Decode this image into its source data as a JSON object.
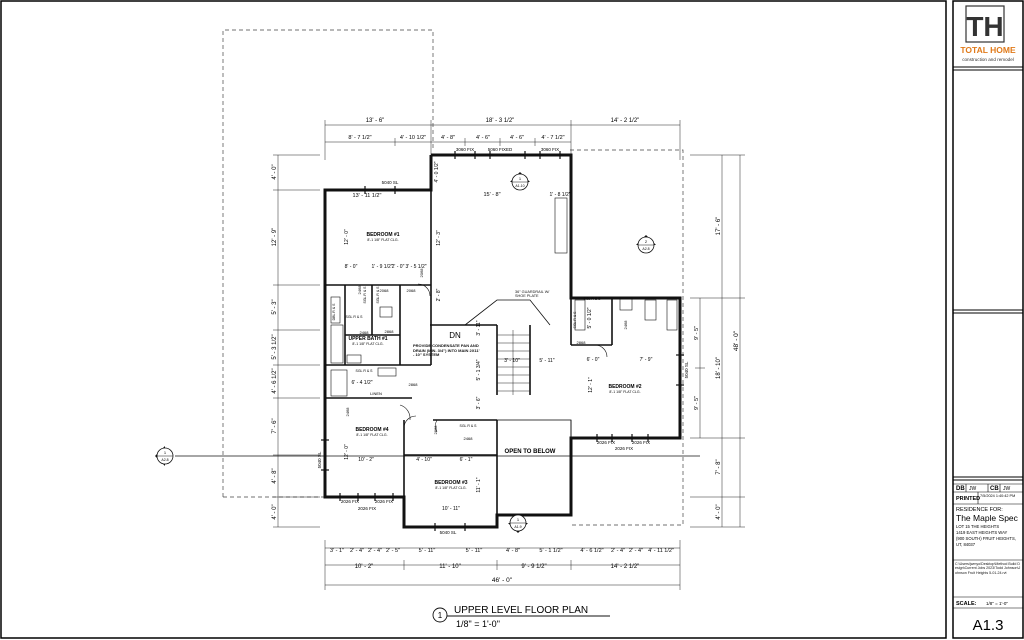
{
  "logo": {
    "letters": "TH",
    "line1": "TOTAL HOME",
    "line2": "construction and remodel"
  },
  "title_block": {
    "db_label": "DB",
    "db_value": "JW",
    "cb_label": "CB",
    "cb_value": "JW",
    "printed_label": "PRINTED",
    "printed_value": "7/5/2024 1:40:42 PM",
    "residence_label": "RESIDENCE FOR:",
    "project_name": "The Maple Spec",
    "address_lines": [
      "LOT 15 THE HEIGHTS",
      "1419 EAST HEIGHTS WAY",
      "(900 SOUTH) FRUIT HEIGHTS,",
      "UT, 84037"
    ],
    "file_path": "C:\\Users\\jwmyo\\Desktop\\Method Build Design\\Current Jobs 2023\\Todd Johnson\\Johnson Fruit Heights 5-01-24.rvt",
    "scale_label": "SCALE:",
    "scale_value": "1/8\" = 1'-0\"",
    "sheet_number": "A1.3"
  },
  "view_title": {
    "number": "1",
    "title": "UPPER LEVEL FLOOR PLAN",
    "scale": "1/8\" = 1'-0\""
  },
  "dims_top": {
    "overall_mid": "18' - 3 1/2\"",
    "left_13_6": "13' - 6\"",
    "right_14_2_5": "14' - 2 1/2\"",
    "a": "8' - 7 1/2\"",
    "b": "4' - 10 1/2\"",
    "c": "4' - 8\"",
    "d": "4' - 6\"",
    "e": "4' - 6\"",
    "f": "4' - 7 1/2\""
  },
  "dims_bottom": {
    "row1": [
      "3' - 1\"",
      "2' - 4\"",
      "2' - 4\"",
      "2' - 5\"",
      "5' - 11\"",
      "5' - 11\"",
      "4' - 8\"",
      "5' - 1 1/2\"",
      "4' - 6 1/2\"",
      "2' - 4\"",
      "2' - 4\"",
      "4' - 11 1/2\""
    ],
    "row2": [
      "10' - 2\"",
      "11' - 10\"",
      "9' - 9 1/2\"",
      "14' - 2 1/2\""
    ],
    "overall": "46' - 0\""
  },
  "dims_left": [
    "4' - 0\"",
    "12' - 9\"",
    "5' - 3\"",
    "5' - 3 1/2\"",
    "4' - 6 1/2\"",
    "7' - 6\"",
    "4' - 8\"",
    "4' - 0\""
  ],
  "dims_right": {
    "overall": "48' - 0\"",
    "a": "17' - 6\"",
    "b": "18' - 10\"",
    "c": "7' - 8\"",
    "d": "4' - 0\"",
    "e": "9' - 5\"",
    "f": "9' - 5\""
  },
  "rooms": {
    "bed1": {
      "name": "BEDROOM #1",
      "ceiling": "8'-1 1/8\" FLAT CLG."
    },
    "bed2": {
      "name": "BEDROOM #2",
      "ceiling": "8'-1 1/8\" FLAT CLG."
    },
    "bed3": {
      "name": "BEDROOM #3",
      "ceiling": "8'-1 1/8\" FLAT CLG."
    },
    "bed4": {
      "name": "BEDROOM #4",
      "ceiling": "8'-1 1/8\" FLAT CLG."
    },
    "bath": {
      "name": "UPPER BATH #1",
      "ceiling": "8'-1 1/8\" FLAT CLG."
    }
  },
  "notes": {
    "open_below": "OPEN TO BELOW",
    "dn": "DN",
    "condensate": "PROVIDE CONDENSATE PAN AND DRAIN (MIN. 3/4\") INTO MAIN 2X11' - 10\" SYSTEM",
    "guardrail": "36\" GUARDRAIL W/ SHOE PLATE",
    "win_3060a": "3060 FIX",
    "win_5060": "5060 FIXED",
    "win_3060b": "3060 FIX",
    "win_5040a": "5040 SL",
    "win_5040b": "5040 SL",
    "win_5040c": "5040 SL",
    "win_2026a": "2026 FIX",
    "win_2026b": "2026 FIX",
    "win_2026c": "2026 FIX",
    "win_2026d": "2026 FIX",
    "win_2026e": "2026 FIX",
    "d2468a": "2468",
    "d2468b": "2468",
    "d2468c": "2468",
    "d2468d": "2468",
    "d2868a": "2868",
    "d2868b": "2868",
    "d2868c": "2868",
    "d2868d": "2868",
    "d2068a": "2068",
    "d2068b": "2068",
    "shelf1": "SGL R & S",
    "shelf2": "SGL R & S",
    "shelf3": "SGL R & S",
    "shelf4": "SGL R & S",
    "shelf5": "DBL R & S",
    "linen": "LINEN",
    "d15_8": "15' - 8\"",
    "d13_11_5": "13' - 11 1/2\"",
    "d1_8_5": "1' - 8 1/2\"",
    "d4_0_5": "4' - 0 1/2\"",
    "d12_0a": "12' - 0\"",
    "d12_3": "12' - 3\"",
    "d8_0": "8' - 0\"",
    "d2_8": "2' - 8\"",
    "d1_9_5": "1' - 9 1/2\"",
    "d2_0": "2' - 0\"",
    "d3_5_5": "3' - 5 1/2\"",
    "d3_11": "3' - 11\"",
    "d5_11": "5' - 11\"",
    "d3_10": "3' - 10\"",
    "d6_0": "6' - 0\"",
    "d7_9": "7' - 9\"",
    "d5_0_5": "5' - 0 1/2\"",
    "d12_1": "12' - 1\"",
    "d10_2": "10' - 2\"",
    "d12_0b": "12' - 0\"",
    "d6_4_5": "6' - 4 1/2\"",
    "d4_10": "4' - 10\"",
    "d6_1": "6' - 1\"",
    "d11_1": "11' - 1\"",
    "d10_11": "10' - 11\"",
    "d3_6": "3' - 6\"",
    "d5_1_75": "5' - 1 3/4\""
  },
  "markers": {
    "m1_num": "1",
    "m1_ref": "A1.10",
    "m2_num": "2",
    "m2_ref": "A2.8",
    "m3_num": "1",
    "m3_ref": "A2.8",
    "m4_num": "1",
    "m4_ref": "A1.9"
  }
}
